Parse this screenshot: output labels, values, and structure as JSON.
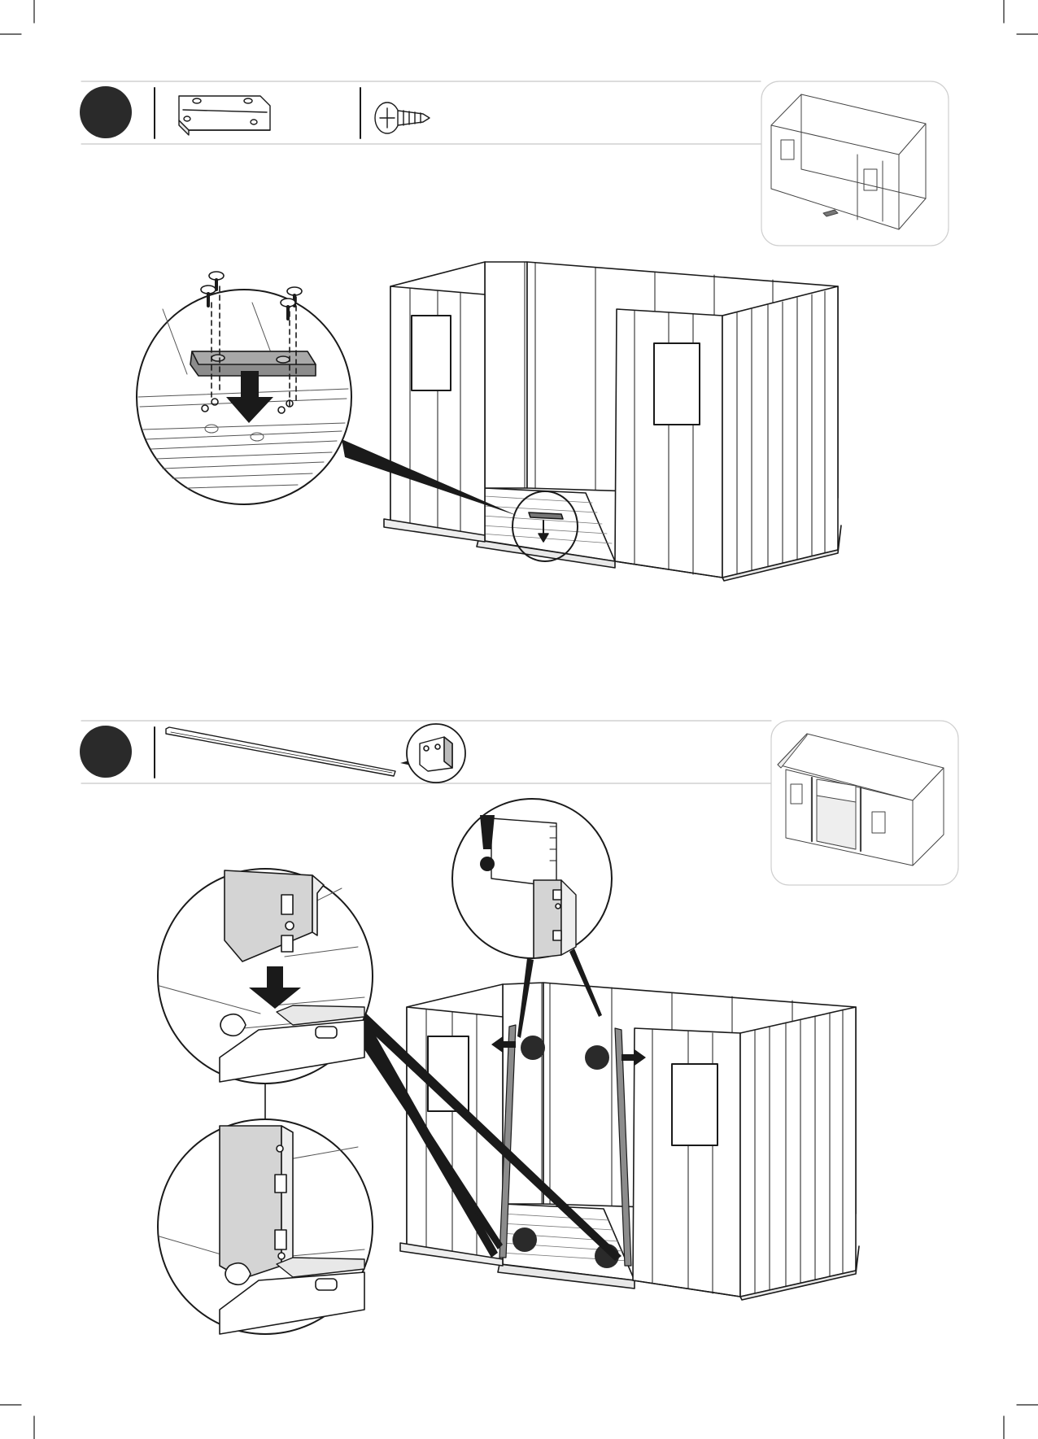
{
  "page": {
    "background": "#ffffff",
    "ink": "#1a1a1a",
    "fill_gray": "#8c8c8c",
    "light_gray": "#d4d4d4",
    "thumb_border": "#cfcfcf"
  },
  "steps": [
    {
      "parts": [
        "floor-connector-bracket",
        "phillips-screw"
      ],
      "zoom_callouts": 1
    },
    {
      "parts": [
        "door-rail"
      ],
      "zoom_callouts": 3,
      "marker_dots": 4,
      "warning_symbol": "!"
    }
  ]
}
